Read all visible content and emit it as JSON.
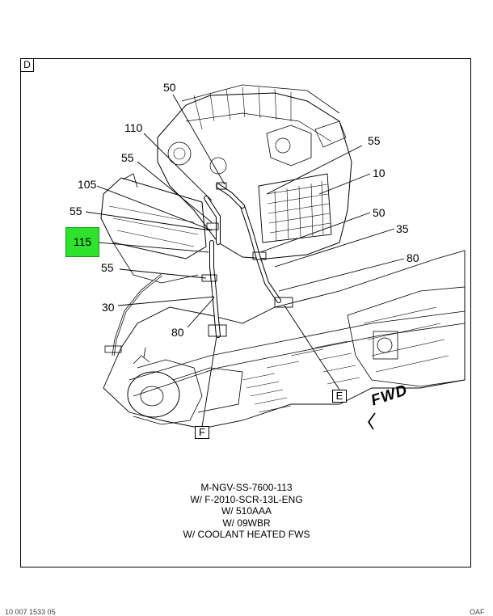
{
  "view_letter": "D",
  "callouts": {
    "c50_top": "50",
    "c110": "110",
    "c55_top_right": "55",
    "c55_upper_left": "55",
    "c105": "105",
    "c10": "10",
    "c55_left": "55",
    "c50_right": "50",
    "c35": "35",
    "c115": "115",
    "c80_right": "80",
    "c55_lower_left": "55",
    "c30": "30",
    "c80_bottom": "80"
  },
  "box_labels": {
    "e": "E",
    "f": "F"
  },
  "fwd_label": "FWD",
  "notes": [
    "M-NGV-SS-7600-113",
    "W/ F-2010-SCR-13L-ENG",
    "W/ 510AAA",
    "W/ 09WBR",
    "W/ COOLANT HEATED FWS"
  ],
  "footer": {
    "left": "10 007 1533 05",
    "right": "OAF"
  },
  "colors": {
    "highlight": "#2EE22E",
    "line": "#000000"
  }
}
